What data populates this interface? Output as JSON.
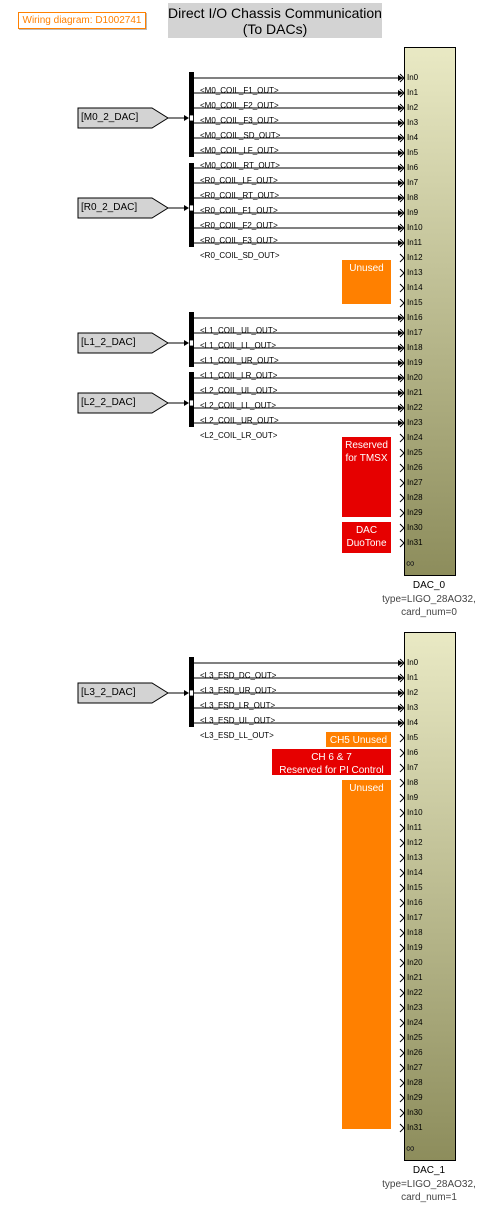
{
  "header": {
    "wiring_label": "Wiring diagram: D1002741",
    "title_line1": "Direct I/O Chassis Communication",
    "title_line2": "(To DACs)"
  },
  "colors": {
    "orange": "#ff8000",
    "red": "#e60000",
    "grey": "#d3d3d3",
    "dac_top": "#e9e9c4",
    "dac_bottom": "#8d8d5c"
  },
  "dac0": {
    "name": "DAC_0",
    "type_line": "type=LIGO_28AO32,",
    "card_line": "card_num=0",
    "ports": [
      "In0",
      "In1",
      "In2",
      "In3",
      "In4",
      "In5",
      "In6",
      "In7",
      "In8",
      "In9",
      "In10",
      "In11",
      "In12",
      "In13",
      "In14",
      "In15",
      "In16",
      "In17",
      "In18",
      "In19",
      "In20",
      "In21",
      "In22",
      "In23",
      "In24",
      "In25",
      "In26",
      "In27",
      "In28",
      "In29",
      "In30",
      "In31"
    ],
    "tags": [
      {
        "label": "[M0_2_DAC]"
      },
      {
        "label": "[R0_2_DAC]"
      },
      {
        "label": "[L1_2_DAC]"
      },
      {
        "label": "[L2_2_DAC]"
      }
    ],
    "signals": [
      "<M0_COIL_F1_OUT>",
      "<M0_COIL_F2_OUT>",
      "<M0_COIL_F3_OUT>",
      "<M0_COIL_SD_OUT>",
      "<M0_COIL_LF_OUT>",
      "<M0_COIL_RT_OUT>",
      "<R0_COIL_LF_OUT>",
      "<R0_COIL_RT_OUT>",
      "<R0_COIL_F1_OUT>",
      "<R0_COIL_F2_OUT>",
      "<R0_COIL_F3_OUT>",
      "<R0_COIL_SD_OUT>",
      "<L1_COIL_UL_OUT>",
      "<L1_COIL_LL_OUT>",
      "<L1_COIL_UR_OUT>",
      "<L1_COIL_LR_OUT>",
      "<L2_COIL_UL_OUT>",
      "<L2_COIL_LL_OUT>",
      "<L2_COIL_UR_OUT>",
      "<L2_COIL_LR_OUT>"
    ],
    "notes": [
      {
        "text": "Unused",
        "color": "orange"
      },
      {
        "text": "Reserved\nfor TMSX",
        "color": "red"
      },
      {
        "text": "DAC\nDuoTone",
        "color": "red"
      }
    ]
  },
  "dac1": {
    "name": "DAC_1",
    "type_line": "type=LIGO_28AO32,",
    "card_line": "card_num=1",
    "ports": [
      "In0",
      "In1",
      "In2",
      "In3",
      "In4",
      "In5",
      "In6",
      "In7",
      "In8",
      "In9",
      "In10",
      "In11",
      "In12",
      "In13",
      "In14",
      "In15",
      "In16",
      "In17",
      "In18",
      "In19",
      "In20",
      "In21",
      "In22",
      "In23",
      "In24",
      "In25",
      "In26",
      "In27",
      "In28",
      "In29",
      "In30",
      "In31"
    ],
    "tags": [
      {
        "label": "[L3_2_DAC]"
      }
    ],
    "signals": [
      "<L3_ESD_DC_OUT>",
      "<L3_ESD_UR_OUT>",
      "<L3_ESD_LR_OUT>",
      "<L3_ESD_UL_OUT>",
      "<L3_ESD_LL_OUT>"
    ],
    "notes": [
      {
        "text": "CH5  Unused",
        "color": "orange"
      },
      {
        "text": "CH 6 & 7\nReserved for PI Control",
        "color": "red"
      },
      {
        "text": "Unused",
        "color": "orange"
      }
    ]
  }
}
